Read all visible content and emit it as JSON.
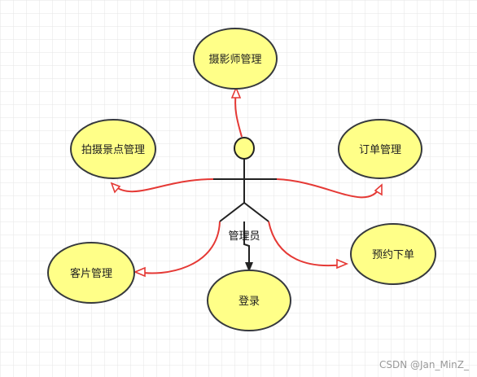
{
  "actor": {
    "label": "管理员"
  },
  "use_cases": {
    "photographer": "摄影师管理",
    "scenic": "拍摄景点管理",
    "order": "订单管理",
    "album": "客片管理",
    "login": "登录",
    "booking": "预约下单"
  },
  "watermark": "CSDN @Jan_MinZ_",
  "colors": {
    "ellipse_fill": "#ffff88",
    "ellipse_stroke": "#36393d",
    "association": "#e53935",
    "include_arrow": "#222222",
    "grid": "#e6e6e6"
  }
}
